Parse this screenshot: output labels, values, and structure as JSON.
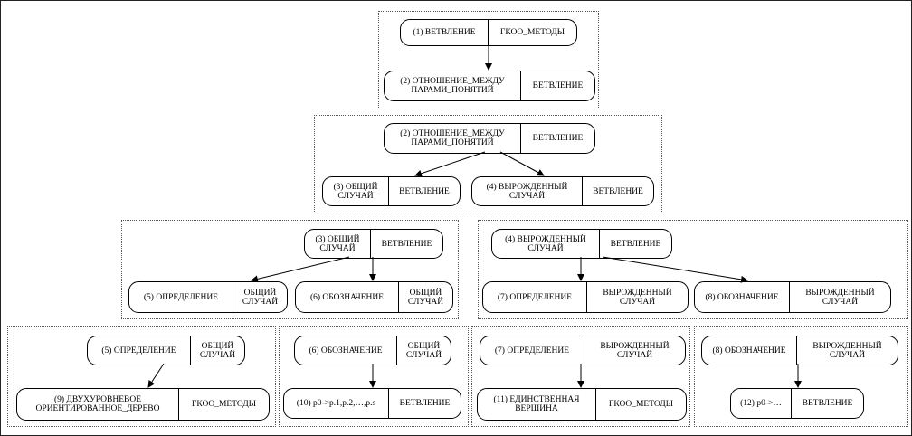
{
  "nodes": {
    "a1": {
      "label": "(1) ВЕТВЛЕНИЕ",
      "type": "ГКОО_МЕТОДЫ"
    },
    "a2": {
      "label": "(2) ОТНОШЕНИЕ_МЕЖДУ\nПАРАМИ_ПОНЯТИЙ",
      "type": "ВЕТВЛЕНИЕ"
    },
    "b1": {
      "label": "(2) ОТНОШЕНИЕ_МЕЖДУ\nПАРАМИ_ПОНЯТИЙ",
      "type": "ВЕТВЛЕНИЕ"
    },
    "b2": {
      "label": "(3) ОБЩИЙ\nСЛУЧАЙ",
      "type": "ВЕТВЛЕНИЕ"
    },
    "b3": {
      "label": "(4) ВЫРОЖДЕННЫЙ\nСЛУЧАЙ",
      "type": "ВЕТВЛЕНИЕ"
    },
    "c1": {
      "label": "(3) ОБЩИЙ\nСЛУЧАЙ",
      "type": "ВЕТВЛЕНИЕ"
    },
    "c2": {
      "label": "(5) ОПРЕДЕЛЕНИЕ",
      "type": "ОБЩИЙ\nСЛУЧАЙ"
    },
    "c3": {
      "label": "(6) ОБОЗНАЧЕНИЕ",
      "type": "ОБЩИЙ\nСЛУЧАЙ"
    },
    "d1": {
      "label": "(4) ВЫРОЖДЕННЫЙ\nСЛУЧАЙ",
      "type": "ВЕТВЛЕНИЕ"
    },
    "d2": {
      "label": "(7) ОПРЕДЕЛЕНИЕ",
      "type": "ВЫРОЖДЕННЫЙ\nСЛУЧАЙ"
    },
    "d3": {
      "label": "(8) ОБОЗНАЧЕНИЕ",
      "type": "ВЫРОЖДЕННЫЙ\nСЛУЧАЙ"
    },
    "e1": {
      "label": "(5) ОПРЕДЕЛЕНИЕ",
      "type": "ОБЩИЙ\nСЛУЧАЙ"
    },
    "e2": {
      "label": "(9) ДВУХУРОВНЕВОЕ\nОРИЕНТИРОВАННОЕ_ДЕРЕВО",
      "type": "ГКОО_МЕТОДЫ"
    },
    "f1": {
      "label": "(6) ОБОЗНАЧЕНИЕ",
      "type": "ОБЩИЙ\nСЛУЧАЙ"
    },
    "f2": {
      "label": "(10) p0->p.1,p.2,…,p.s",
      "type": "ВЕТВЛЕНИЕ"
    },
    "g1": {
      "label": "(7) ОПРЕДЕЛЕНИЕ",
      "type": "ВЫРОЖДЕННЫЙ\nСЛУЧАЙ"
    },
    "g2": {
      "label": "(11) ЕДИНСТВЕННАЯ\nВЕРШИНА",
      "type": "ГКОО_МЕТОДЫ"
    },
    "h1": {
      "label": "(8) ОБОЗНАЧЕНИЕ",
      "type": "ВЫРОЖДЕННЫЙ\nСЛУЧАЙ"
    },
    "h2": {
      "label": "(12) p0->…",
      "type": "ВЕТВЛЕНИЕ"
    }
  }
}
